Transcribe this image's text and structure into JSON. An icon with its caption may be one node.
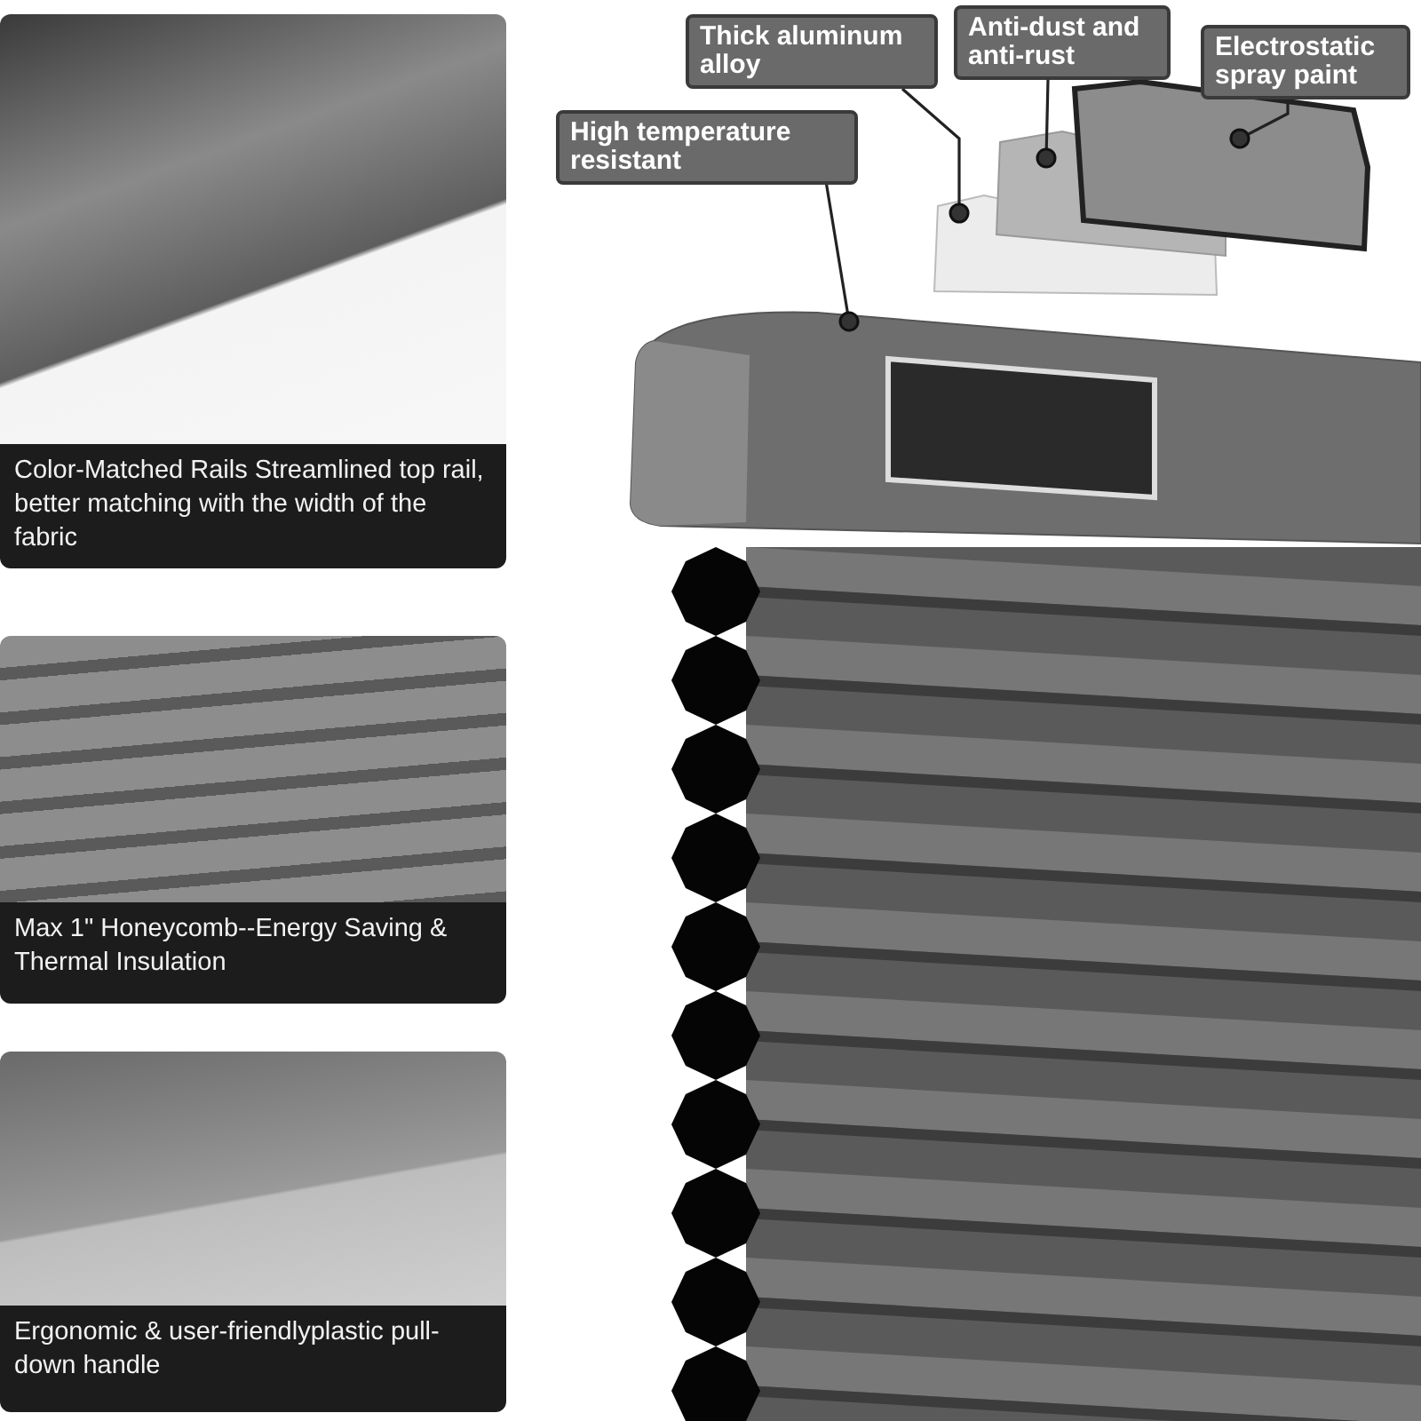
{
  "diagram": {
    "nodes": [
      {
        "text": [
          "Color-Matched Rails Streamlined top rail, better matching with the width of the fabric"
        ]
      },
      {
        "text": [
          "Max 1\" Honeycomb--Energy Saving & Thermal Insulation"
        ]
      },
      {
        "text": [
          "Ergonomic & user-friendlyplastic pull-down handle"
        ]
      },
      {
        "text": [
          "High temperature resistant"
        ]
      },
      {
        "text": [
          "Thick aluminum alloy"
        ]
      },
      {
        "text": [
          "Anti-dust and anti-rust"
        ]
      },
      {
        "text": [
          "Electrostatic spray paint"
        ]
      },
      {
        "text": [],
        "shape": "box"
      },
      {
        "text": [],
        "shape": "box"
      },
      {
        "text": [],
        "shape": "box"
      },
      {
        "text": [],
        "shape": "box"
      }
    ],
    "edges": [
      {
        "from": 3,
        "to": 7,
        "arrow": "other"
      },
      {
        "from": 4,
        "to": 8,
        "arrow": "other"
      },
      {
        "from": 5,
        "to": 9,
        "arrow": "other"
      },
      {
        "from": 6,
        "to": 10,
        "arrow": "other"
      }
    ]
  }
}
